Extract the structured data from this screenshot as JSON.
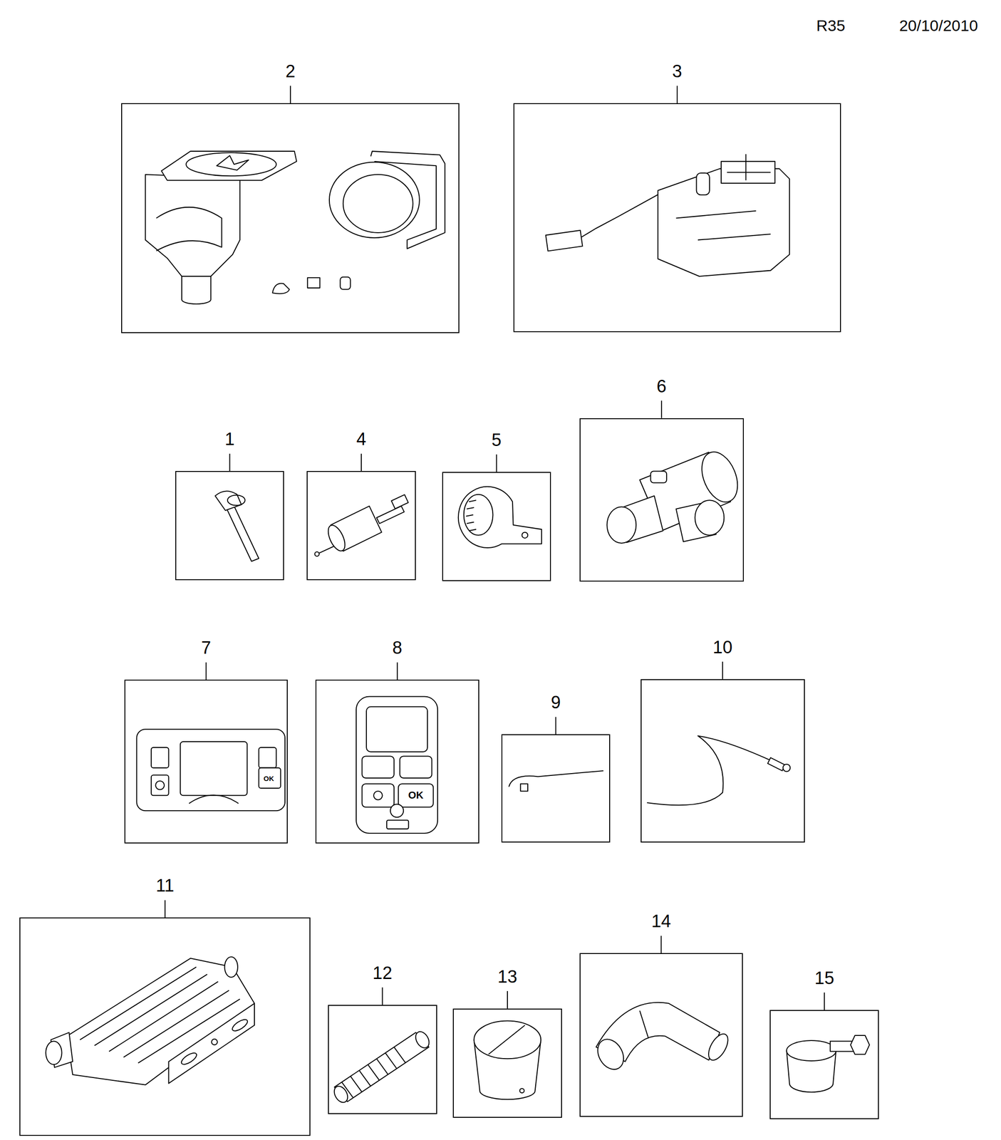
{
  "diagram": {
    "nodes": [
      {
        "text": [
          "2"
        ]
      },
      {
        "text": [
          "3"
        ]
      },
      {
        "text": [
          "1"
        ]
      },
      {
        "text": [
          "4"
        ]
      },
      {
        "text": [
          "5"
        ]
      },
      {
        "text": [
          "6"
        ]
      },
      {
        "text": [
          "7"
        ]
      },
      {
        "text": [
          "8"
        ]
      },
      {
        "text": [
          "9"
        ]
      },
      {
        "text": [
          "10"
        ]
      },
      {
        "text": [
          "11"
        ]
      },
      {
        "text": [
          "12"
        ]
      },
      {
        "text": [
          "13"
        ]
      },
      {
        "text": [
          "14"
        ]
      },
      {
        "text": [
          "15"
        ]
      }
    ],
    "labels": [
      "R35",
      "20/10/2010",
      "OK",
      "OK"
    ]
  }
}
